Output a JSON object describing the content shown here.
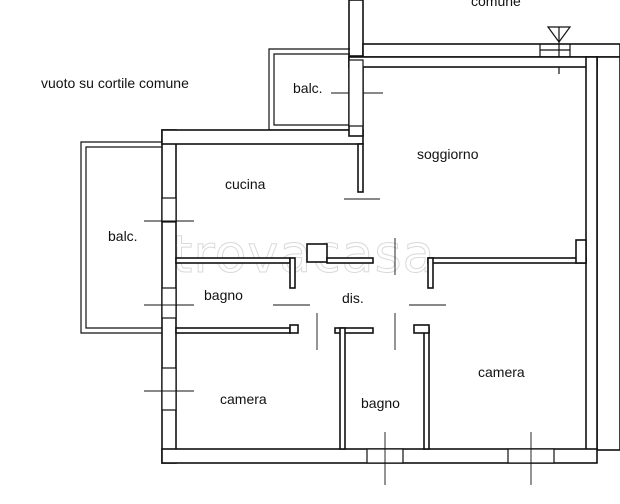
{
  "labels": {
    "comune_top": "comune",
    "vuoto": "vuoto su cortile comune",
    "balc_top": "balc.",
    "soggiorno": "soggiorno",
    "cucina": "cucina",
    "balc_left": "balc.",
    "bagno_1": "bagno",
    "dis": "dis.",
    "camera_1": "camera",
    "bagno_2": "bagno",
    "camera_2": "camera"
  },
  "watermark": "trovacasa",
  "colors": {
    "wall": "#111111",
    "background": "#ffffff",
    "watermark": "#d9d9d9"
  }
}
